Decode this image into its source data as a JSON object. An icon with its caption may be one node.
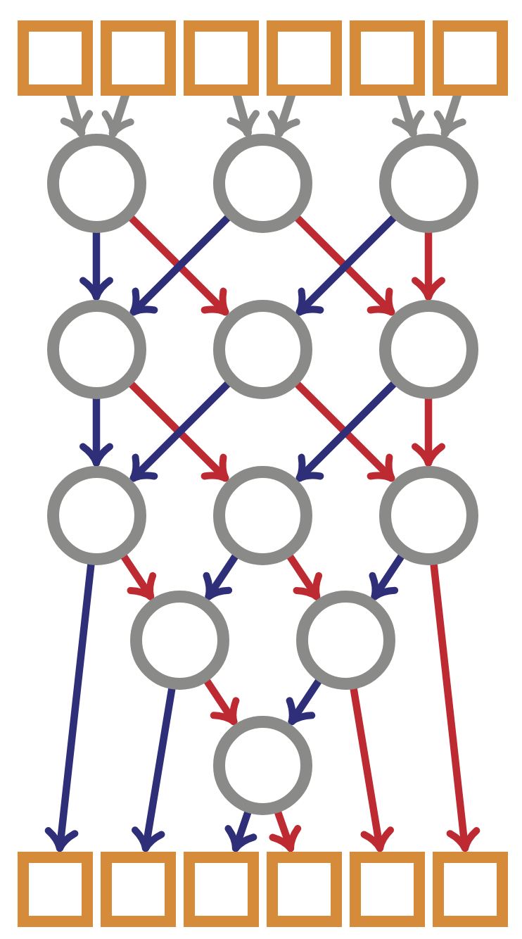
{
  "diagram": {
    "nodes": [
      {
        "text": [],
        "shape": "box"
      },
      {
        "text": [],
        "shape": "box"
      },
      {
        "text": [],
        "shape": "box"
      },
      {
        "text": [],
        "shape": "box"
      },
      {
        "text": [],
        "shape": "box"
      },
      {
        "text": [],
        "shape": "box"
      },
      {
        "text": [],
        "shape": "circle"
      },
      {
        "text": [],
        "shape": "circle"
      },
      {
        "text": [],
        "shape": "circle"
      },
      {
        "text": [],
        "shape": "circle"
      },
      {
        "text": [],
        "shape": "circle"
      },
      {
        "text": [],
        "shape": "circle"
      },
      {
        "text": [],
        "shape": "circle"
      },
      {
        "text": [],
        "shape": "circle"
      },
      {
        "text": [],
        "shape": "circle"
      },
      {
        "text": [],
        "shape": "circle"
      },
      {
        "text": [],
        "shape": "circle"
      },
      {
        "text": [],
        "shape": "circle"
      },
      {
        "text": [],
        "shape": "box"
      },
      {
        "text": [],
        "shape": "box"
      },
      {
        "text": [],
        "shape": "box"
      },
      {
        "text": [],
        "shape": "box"
      },
      {
        "text": [],
        "shape": "box"
      },
      {
        "text": [],
        "shape": "box"
      }
    ],
    "edges": [
      {
        "from": 0,
        "to": 6,
        "arrow": "to",
        "color": "#8a8a89"
      },
      {
        "from": 1,
        "to": 6,
        "arrow": "to",
        "color": "#8a8a89"
      },
      {
        "from": 2,
        "to": 7,
        "arrow": "to",
        "color": "#8a8a89"
      },
      {
        "from": 3,
        "to": 7,
        "arrow": "to",
        "color": "#8a8a89"
      },
      {
        "from": 4,
        "to": 8,
        "arrow": "to",
        "color": "#8a8a89"
      },
      {
        "from": 5,
        "to": 8,
        "arrow": "to",
        "color": "#8a8a89"
      },
      {
        "from": 6,
        "to": 9,
        "arrow": "to",
        "color": "#2e2f78"
      },
      {
        "from": 6,
        "to": 10,
        "arrow": "to",
        "color": "#bd2a31"
      },
      {
        "from": 7,
        "to": 9,
        "arrow": "to",
        "color": "#2e2f78"
      },
      {
        "from": 7,
        "to": 11,
        "arrow": "to",
        "color": "#bd2a31"
      },
      {
        "from": 8,
        "to": 10,
        "arrow": "to",
        "color": "#2e2f78"
      },
      {
        "from": 8,
        "to": 11,
        "arrow": "to",
        "color": "#bd2a31"
      },
      {
        "from": 9,
        "to": 12,
        "arrow": "to",
        "color": "#2e2f78"
      },
      {
        "from": 9,
        "to": 13,
        "arrow": "to",
        "color": "#bd2a31"
      },
      {
        "from": 10,
        "to": 12,
        "arrow": "to",
        "color": "#2e2f78"
      },
      {
        "from": 10,
        "to": 14,
        "arrow": "to",
        "color": "#bd2a31"
      },
      {
        "from": 11,
        "to": 13,
        "arrow": "to",
        "color": "#2e2f78"
      },
      {
        "from": 11,
        "to": 14,
        "arrow": "to",
        "color": "#bd2a31"
      },
      {
        "from": 12,
        "to": 15,
        "arrow": "to",
        "color": "#bd2a31"
      },
      {
        "from": 13,
        "to": 15,
        "arrow": "to",
        "color": "#2e2f78"
      },
      {
        "from": 13,
        "to": 16,
        "arrow": "to",
        "color": "#bd2a31"
      },
      {
        "from": 14,
        "to": 16,
        "arrow": "to",
        "color": "#2e2f78"
      },
      {
        "from": 12,
        "to": 18,
        "arrow": "to",
        "color": "#2e2f78"
      },
      {
        "from": 15,
        "to": 19,
        "arrow": "to",
        "color": "#2e2f78"
      },
      {
        "from": 17,
        "to": 20,
        "arrow": "to",
        "color": "#2e2f78"
      },
      {
        "from": 17,
        "to": 21,
        "arrow": "to",
        "color": "#bd2a31"
      },
      {
        "from": 16,
        "to": 22,
        "arrow": "to",
        "color": "#bd2a31"
      },
      {
        "from": 14,
        "to": 23,
        "arrow": "to",
        "color": "#bd2a31"
      },
      {
        "from": 15,
        "to": 17,
        "arrow": "to",
        "color": "#bd2a31"
      },
      {
        "from": 16,
        "to": 17,
        "arrow": "to",
        "color": "#2e2f78"
      }
    ]
  }
}
